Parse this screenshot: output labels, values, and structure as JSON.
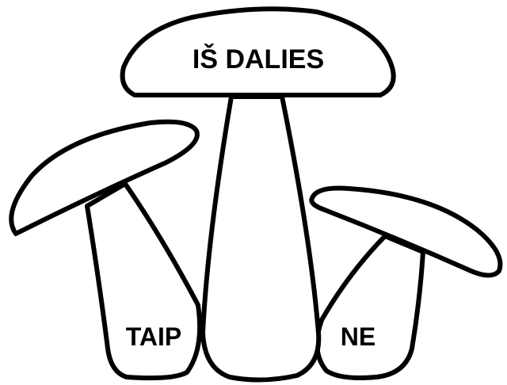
{
  "labels": {
    "center": "IŠ DALIES",
    "left": "TAIP",
    "right": "NE"
  },
  "colors": {
    "stroke": "#000000",
    "fill": "#ffffff",
    "background": "#ffffff"
  }
}
